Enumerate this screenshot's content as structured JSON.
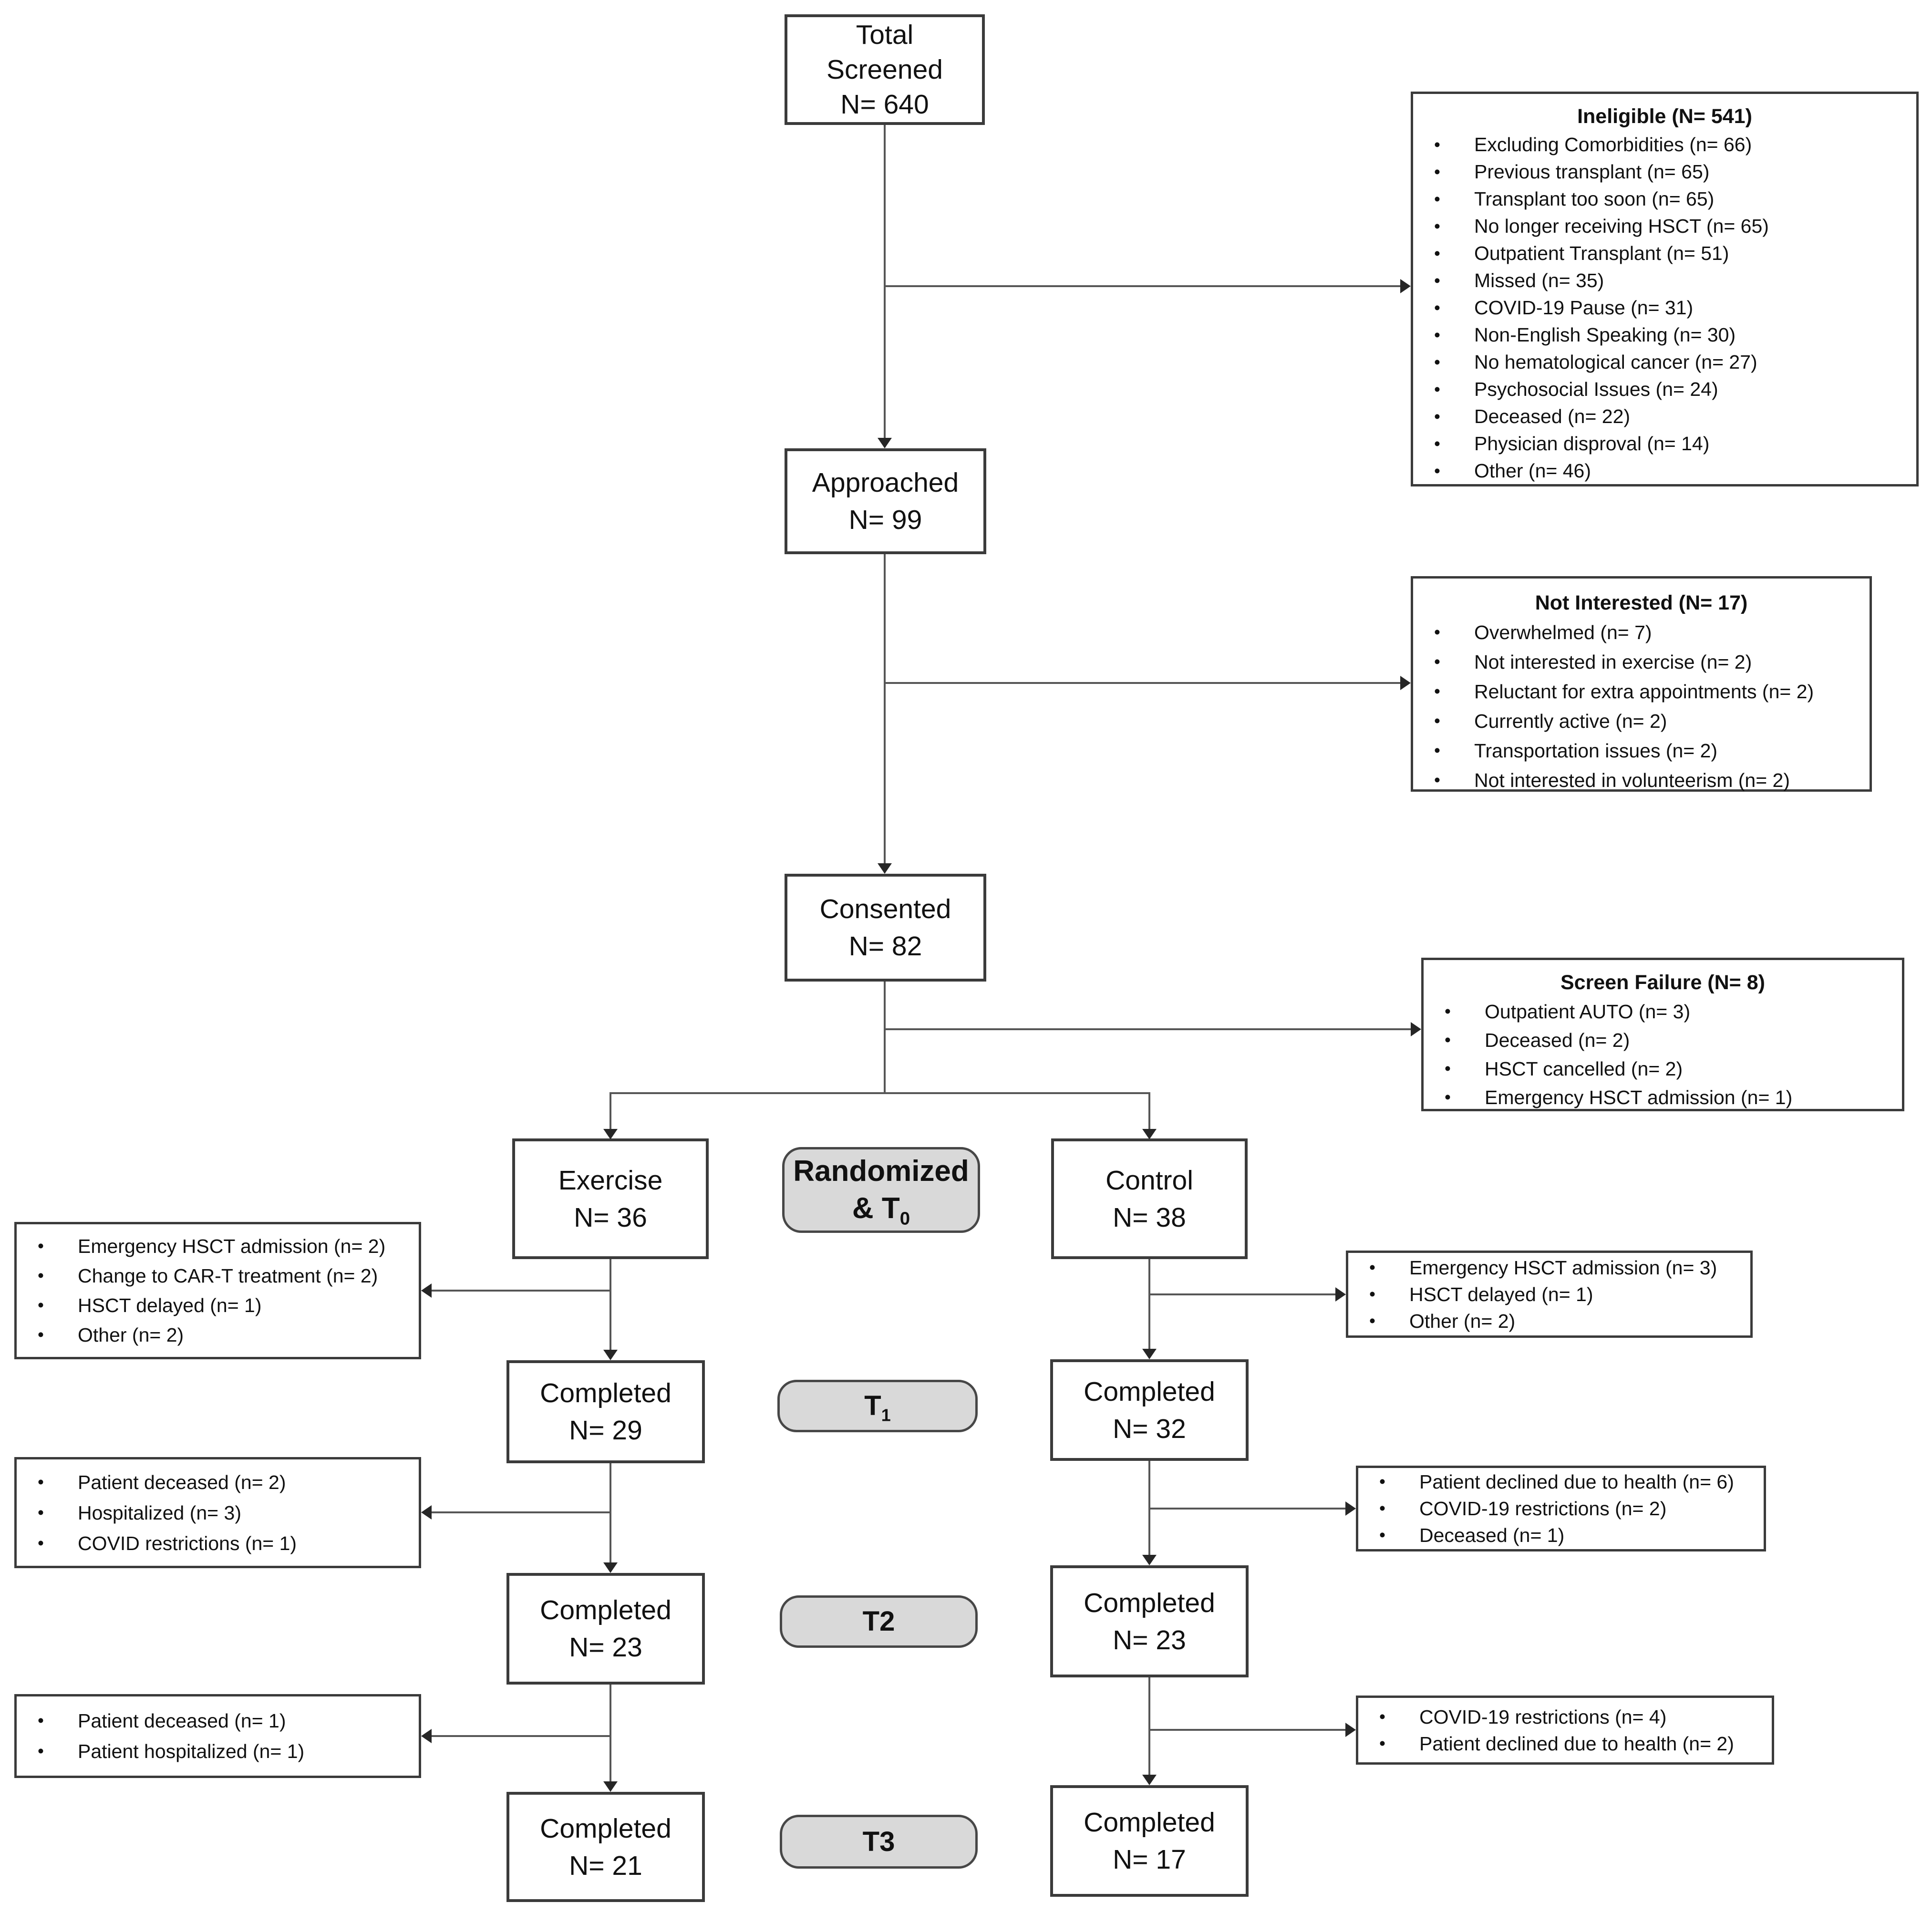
{
  "figure": {
    "type": "CONSORT participant flow diagram"
  },
  "colors": {
    "label_fill": "#d9d9d9",
    "box_border": "#3b3b3b",
    "line": "#565656",
    "background": "#ffffff"
  },
  "boxes": {
    "total_screened": {
      "lines": [
        "Total",
        "Screened",
        "N= 640"
      ]
    },
    "approached": {
      "lines": [
        "Approached",
        "N= 99"
      ]
    },
    "consented": {
      "lines": [
        "Consented",
        "N= 82"
      ]
    },
    "exercise": {
      "lines": [
        "Exercise",
        "N= 36"
      ]
    },
    "control": {
      "lines": [
        "Control",
        "N= 38"
      ]
    },
    "completed_exercise_t1": {
      "lines": [
        "Completed",
        "N= 29"
      ]
    },
    "completed_control_t1": {
      "lines": [
        "Completed",
        "N= 32"
      ]
    },
    "completed_exercise_t2": {
      "lines": [
        "Completed",
        "N= 23"
      ]
    },
    "completed_control_t2": {
      "lines": [
        "Completed",
        "N= 23"
      ]
    },
    "completed_exercise_t3": {
      "lines": [
        "Completed",
        "N= 21"
      ]
    },
    "completed_control_t3": {
      "lines": [
        "Completed",
        "N= 17"
      ]
    }
  },
  "labels": {
    "randomized": {
      "line1": "Randomized",
      "line2_prefix": "& T",
      "line2_sub": "0"
    },
    "t1": {
      "prefix": "T",
      "sub": "1"
    },
    "t2": {
      "text": "T2"
    },
    "t3": {
      "text": "T3"
    }
  },
  "side_boxes": {
    "ineligible": {
      "title": "Ineligible (N= 541)",
      "items": [
        "Excluding Comorbidities (n= 66)",
        "Previous transplant (n= 65)",
        "Transplant too soon (n= 65)",
        "No longer receiving HSCT (n= 65)",
        "Outpatient Transplant (n= 51)",
        "Missed (n= 35)",
        "COVID-19 Pause (n= 31)",
        "Non-English Speaking (n= 30)",
        "No hematological cancer (n= 27)",
        "Psychosocial Issues (n= 24)",
        "Deceased (n= 22)",
        "Physician disproval (n= 14)",
        "Other (n= 46)"
      ]
    },
    "not_interested": {
      "title": "Not Interested (N= 17)",
      "items": [
        "Overwhelmed (n= 7)",
        "Not interested in exercise (n= 2)",
        "Reluctant for extra appointments (n= 2)",
        "Currently active (n= 2)",
        "Transportation issues (n= 2)",
        "Not interested in volunteerism (n= 2)"
      ]
    },
    "screen_failure": {
      "title": "Screen Failure (N= 8)",
      "items": [
        "Outpatient AUTO (n= 3)",
        "Deceased (n= 2)",
        "HSCT cancelled (n= 2)",
        "Emergency HSCT admission (n= 1)"
      ]
    },
    "exercise_dropout_t1": {
      "items": [
        "Emergency HSCT admission (n= 2)",
        "Change to CAR-T treatment (n= 2)",
        "HSCT delayed (n= 1)",
        "Other (n= 2)"
      ]
    },
    "control_dropout_t1": {
      "items": [
        "Emergency HSCT admission (n= 3)",
        "HSCT delayed (n= 1)",
        "Other (n= 2)"
      ]
    },
    "exercise_dropout_t2": {
      "items": [
        "Patient deceased (n= 2)",
        "Hospitalized (n= 3)",
        "COVID restrictions (n= 1)"
      ]
    },
    "control_dropout_t2": {
      "items": [
        "Patient declined due to health (n= 6)",
        "COVID-19 restrictions (n= 2)",
        "Deceased (n= 1)"
      ]
    },
    "exercise_dropout_t3": {
      "items": [
        "Patient deceased (n= 1)",
        "Patient hospitalized (n= 1)"
      ]
    },
    "control_dropout_t3": {
      "items": [
        "COVID-19 restrictions (n= 4)",
        "Patient declined due to health (n= 2)"
      ]
    }
  }
}
